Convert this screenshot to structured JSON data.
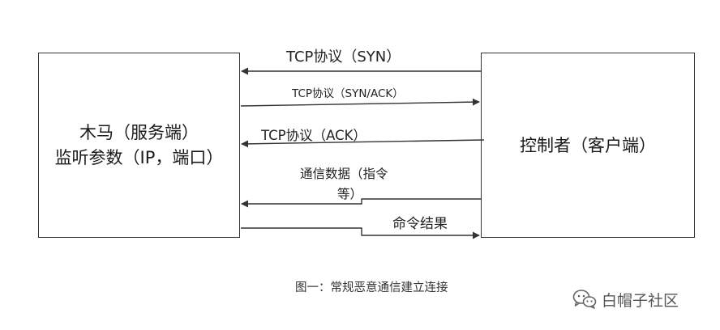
{
  "left_box": {
    "line1": "木马（服务端）",
    "line2": "监听参数（IP，端口）"
  },
  "right_box": {
    "text": "控制者（客户端）"
  },
  "arrows": [
    {
      "label": "TCP协议（SYN）",
      "direction": "to-left"
    },
    {
      "label": "TCP协议（SYN/ACK）",
      "direction": "to-right"
    },
    {
      "label": "TCP协议（ACK）",
      "direction": "to-left"
    },
    {
      "label_line1": "通信数据（指令",
      "label_line2": "等）",
      "direction": "to-left"
    },
    {
      "label": "命令结果",
      "direction": "to-right"
    }
  ],
  "caption": "图一：常规恶意通信建立连接",
  "watermark": "白帽子社区",
  "colors": {
    "line": "#333333",
    "text": "#222222",
    "background": "#ffffff"
  },
  "icons": [
    "wechat-icon"
  ]
}
